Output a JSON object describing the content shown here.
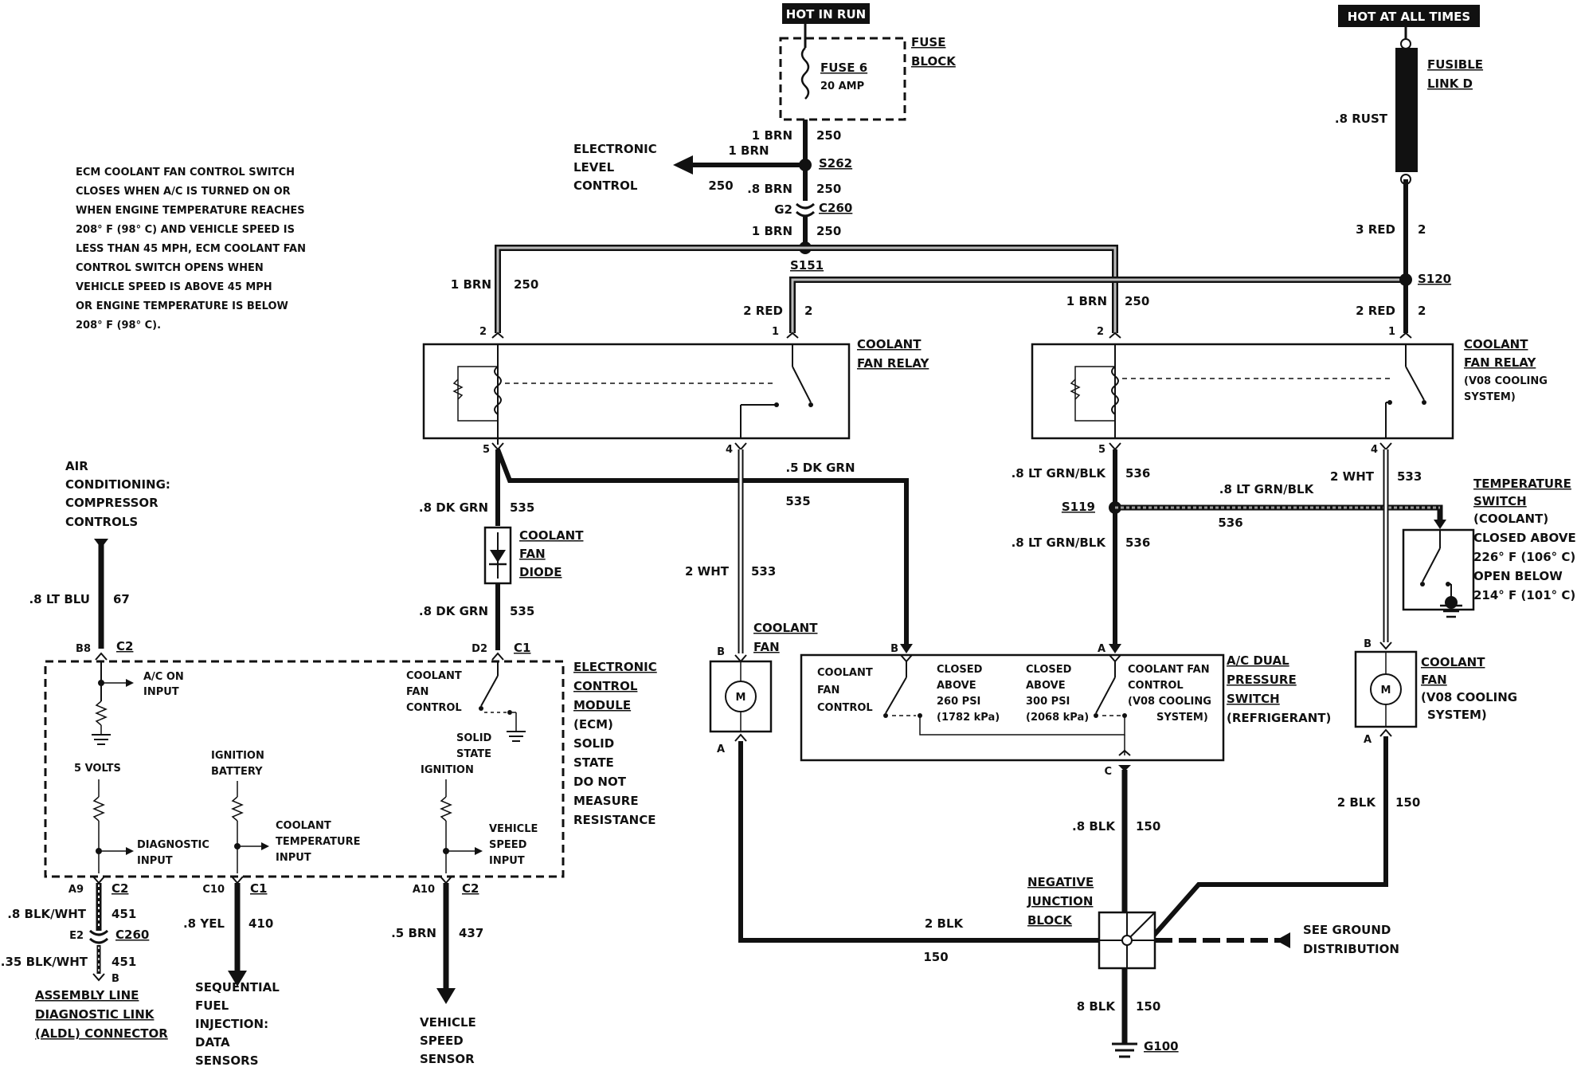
{
  "headers": {
    "hot_in_run": "HOT IN RUN",
    "hot_at_all_times": "HOT AT ALL TIMES"
  },
  "fuse": {
    "block_label": [
      "FUSE",
      "BLOCK"
    ],
    "name": "FUSE 6",
    "rating": "20 AMP"
  },
  "fusible_link": {
    "label": [
      "FUSIBLE",
      "LINK D"
    ],
    "wire": ".8 RUST"
  },
  "note": [
    "ECM COOLANT FAN CONTROL SWITCH",
    "CLOSES WHEN A/C IS TURNED ON OR",
    "WHEN ENGINE TEMPERATURE REACHES",
    "208° F (98° C) AND VEHICLE SPEED IS",
    "LESS THAN 45 MPH,  ECM COOLANT FAN",
    "CONTROL SWITCH OPENS WHEN",
    "VEHICLE SPEED IS ABOVE 45 MPH",
    "OR ENGINE TEMPERATURE IS BELOW",
    "208° F (98° C)."
  ],
  "electronic_level": [
    "ELECTRONIC",
    "LEVEL",
    "CONTROL"
  ],
  "splices": {
    "s262": "S262",
    "s151": "S151",
    "s120": "S120",
    "s119": "S119"
  },
  "connectors": {
    "g2": "G2",
    "c260": "C260",
    "c2": "C2",
    "c1": "C1",
    "e2": "E2"
  },
  "wires": {
    "brn1": "1 BRN",
    "n250": "250",
    "brn08": ".8 BRN",
    "red3": "3 RED",
    "n2": "2",
    "red2": "2 RED",
    "dkgrn08": ".8 DK GRN",
    "dkgrn05": ".5 DK GRN",
    "n535": "535",
    "wht2": "2 WHT",
    "n533": "533",
    "ltgrnblk08": ".8 LT GRN/BLK",
    "n536": "536",
    "ltblu08": ".8 LT BLU",
    "n67": "67",
    "blk08": ".8 BLK",
    "blk2": "2 BLK",
    "blk8": "8 BLK",
    "n150": "150",
    "blkwht08": ".8 BLK/WHT",
    "blkwht035": ".35 BLK/WHT",
    "n451": "451",
    "yel08": ".8 YEL",
    "n410": "410",
    "brn05": ".5 BRN",
    "n437": "437"
  },
  "relay_left": {
    "label": [
      "COOLANT",
      "FAN RELAY"
    ]
  },
  "relay_right": {
    "label": [
      "COOLANT",
      "FAN RELAY",
      "(V08 COOLING",
      "SYSTEM)"
    ]
  },
  "diode": [
    "COOLANT",
    "FAN",
    "DIODE"
  ],
  "fan_left": [
    "COOLANT",
    "FAN"
  ],
  "fan_right": [
    "COOLANT",
    "FAN",
    "(V08  COOLING",
    "SYSTEM)"
  ],
  "pressure_switch": {
    "label": [
      "A/C DUAL",
      "PRESSURE",
      "SWITCH",
      "(REFRIGERANT)"
    ],
    "left_ctrl": [
      "COOLANT",
      "FAN",
      "CONTROL"
    ],
    "closed260": [
      "CLOSED",
      "ABOVE",
      "260 PSI",
      "(1782 kPa)"
    ],
    "closed300": [
      "CLOSED",
      "ABOVE",
      "300 PSI",
      "(2068 kPa)"
    ],
    "right_ctrl": [
      "COOLANT FAN",
      "CONTROL",
      "(V08 COOLING",
      "SYSTEM)"
    ]
  },
  "temp_switch": [
    "TEMPERATURE",
    "SWITCH",
    "(COOLANT)",
    "CLOSED ABOVE",
    "226° F (106° C)",
    "OPEN BELOW",
    "214° F (101° C)"
  ],
  "ac": [
    "AIR",
    "CONDITIONING:",
    "COMPRESSOR",
    "CONTROLS"
  ],
  "ecm": {
    "label": [
      "ELECTRONIC",
      "CONTROL",
      "MODULE",
      "(ECM)",
      "SOLID",
      "STATE",
      "DO NOT",
      "MEASURE",
      "RESISTANCE"
    ],
    "ac_on": [
      "A/C ON",
      "INPUT"
    ],
    "coolant_fan_ctrl": [
      "COOLANT",
      "FAN",
      "CONTROL"
    ],
    "solid_state": [
      "SOLID",
      "STATE"
    ],
    "five_volts": "5 VOLTS",
    "ign_batt": [
      "IGNITION",
      "BATTERY"
    ],
    "ignition": "IGNITION",
    "diag": [
      "DIAGNOSTIC",
      "INPUT"
    ],
    "cool_temp": [
      "COOLANT",
      "TEMPERATURE",
      "INPUT"
    ],
    "veh_speed": [
      "VEHICLE",
      "SPEED",
      "INPUT"
    ]
  },
  "pins": {
    "p2": "2",
    "p1": "1",
    "p5": "5",
    "p4": "4",
    "B": "B",
    "A": "A",
    "C": "C",
    "B8": "B8",
    "D2": "D2",
    "A9": "A9",
    "C10": "C10",
    "A10": "A10"
  },
  "aldl": [
    "ASSEMBLY LINE",
    "DIAGNOSTIC LINK",
    "(ALDL) CONNECTOR"
  ],
  "sfi": [
    "SEQUENTIAL",
    "FUEL",
    "INJECTION:",
    "DATA",
    "SENSORS"
  ],
  "vss": [
    "VEHICLE",
    "SPEED",
    "SENSOR"
  ],
  "njb": [
    "NEGATIVE",
    "JUNCTION",
    "BLOCK"
  ],
  "ground_dist": [
    "SEE GROUND",
    "DISTRIBUTION"
  ],
  "g100": "G100"
}
